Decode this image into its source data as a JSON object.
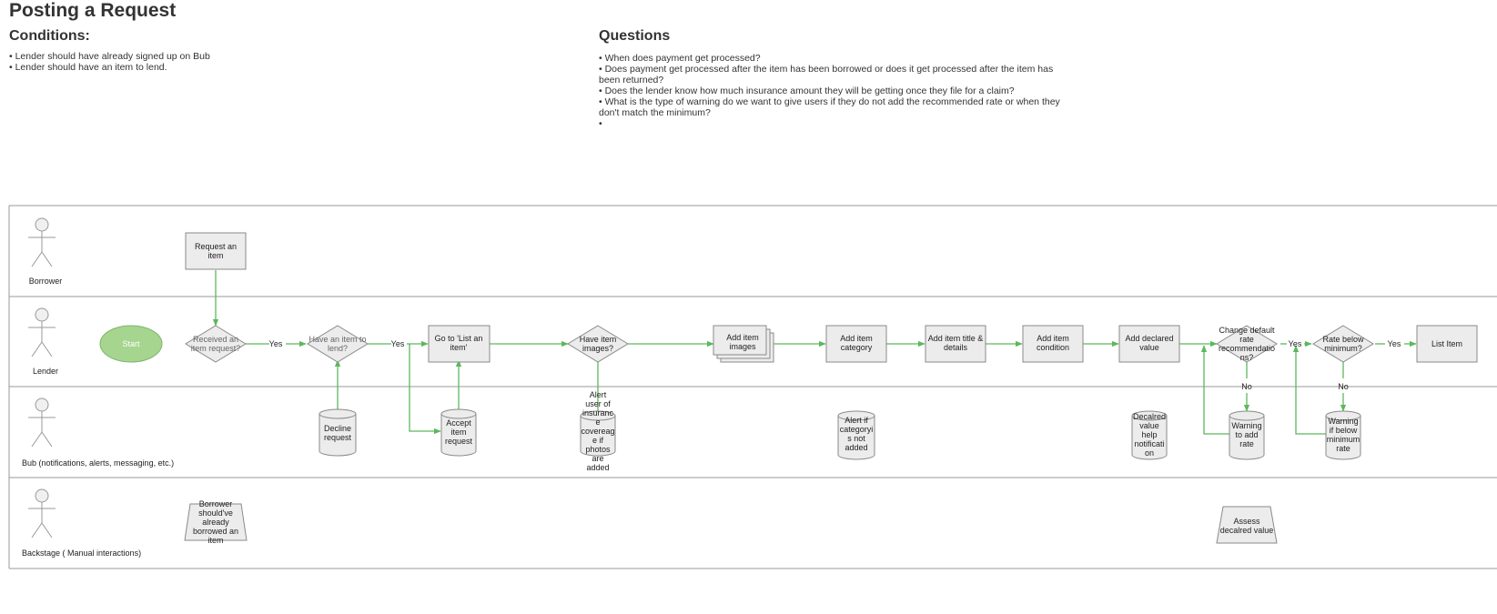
{
  "page": {
    "title": "Posting a Request",
    "conditions_title": "Conditions:",
    "conditions": [
      "• Lender should have already signed up on Bub",
      "• Lender should have an item to lend."
    ],
    "questions_title": "Questions",
    "questions": [
      "• When does payment get processed?",
      "• Does payment get processed after the item has been borrowed or does it get processed after the item has been returned?",
      "• Does the lender know how much insurance amount they will be getting once they file for a claim?",
      "• What is the type of warning do we want to give users if they do not add the recommended rate or when they don't match the minimum?",
      "•"
    ]
  },
  "lanes": [
    {
      "id": "borrower",
      "label": "Borrower"
    },
    {
      "id": "lender",
      "label": "Lender"
    },
    {
      "id": "bub",
      "label": "Bub (notifications, alerts, messaging, etc.)"
    },
    {
      "id": "backstage",
      "label": "Backstage ( Manual interactions)"
    }
  ],
  "nodes": [
    {
      "id": "request_item",
      "lines": [
        "Request an",
        "item"
      ]
    },
    {
      "id": "start",
      "lines": [
        "Start"
      ]
    },
    {
      "id": "received_request",
      "lines": [
        "Received an",
        "item request?"
      ]
    },
    {
      "id": "have_item",
      "lines": [
        "Have an item to",
        "lend?"
      ]
    },
    {
      "id": "go_list",
      "lines": [
        "Go to 'List an",
        "item'"
      ]
    },
    {
      "id": "have_images",
      "lines": [
        "Have item",
        "images?"
      ]
    },
    {
      "id": "add_images",
      "lines": [
        "Add item",
        "images"
      ]
    },
    {
      "id": "add_category",
      "lines": [
        "Add item",
        "category"
      ]
    },
    {
      "id": "add_title",
      "lines": [
        "Add item title &",
        "details"
      ]
    },
    {
      "id": "add_condition",
      "lines": [
        "Add item",
        "condition"
      ]
    },
    {
      "id": "add_value",
      "lines": [
        "Add declared",
        "value"
      ]
    },
    {
      "id": "change_rate",
      "lines": [
        "Change default",
        "rate",
        "recommendatio",
        "ns?"
      ]
    },
    {
      "id": "rate_below",
      "lines": [
        "Rate below",
        "minimum?"
      ]
    },
    {
      "id": "list_item",
      "lines": [
        "List Item"
      ]
    },
    {
      "id": "decline",
      "lines": [
        "Decline",
        "request"
      ]
    },
    {
      "id": "accept",
      "lines": [
        "Accept",
        "item",
        "request"
      ]
    },
    {
      "id": "alert_insurance",
      "lines": [
        "Alert",
        "user of",
        "insuranc",
        "e",
        "covereag",
        "e if",
        "photos",
        "are",
        "added"
      ]
    },
    {
      "id": "alert_category",
      "lines": [
        "Alert if",
        "categoryi",
        "s not",
        "added"
      ]
    },
    {
      "id": "value_help",
      "lines": [
        "Decalred",
        "value",
        "help",
        "notificati",
        "on"
      ]
    },
    {
      "id": "warn_add_rate",
      "lines": [
        "Warning",
        "to add",
        "rate"
      ]
    },
    {
      "id": "warn_below",
      "lines": [
        "Warning",
        "if below",
        "minimum",
        "rate"
      ]
    },
    {
      "id": "borrower_should",
      "lines": [
        "Borrower",
        "should've",
        "already",
        "borrowed an",
        "item"
      ]
    },
    {
      "id": "assess_value",
      "lines": [
        "Assess",
        "decalred value"
      ]
    }
  ],
  "edge_labels": {
    "yes": "Yes",
    "no": "No"
  },
  "colors": {
    "arrow": "#5cb85c",
    "box_fill": "#ececec",
    "box_stroke": "#8a8a8a",
    "start_fill": "#a6d58f",
    "start_stroke": "#7fb46b",
    "lane_line": "#9a9a9a"
  }
}
